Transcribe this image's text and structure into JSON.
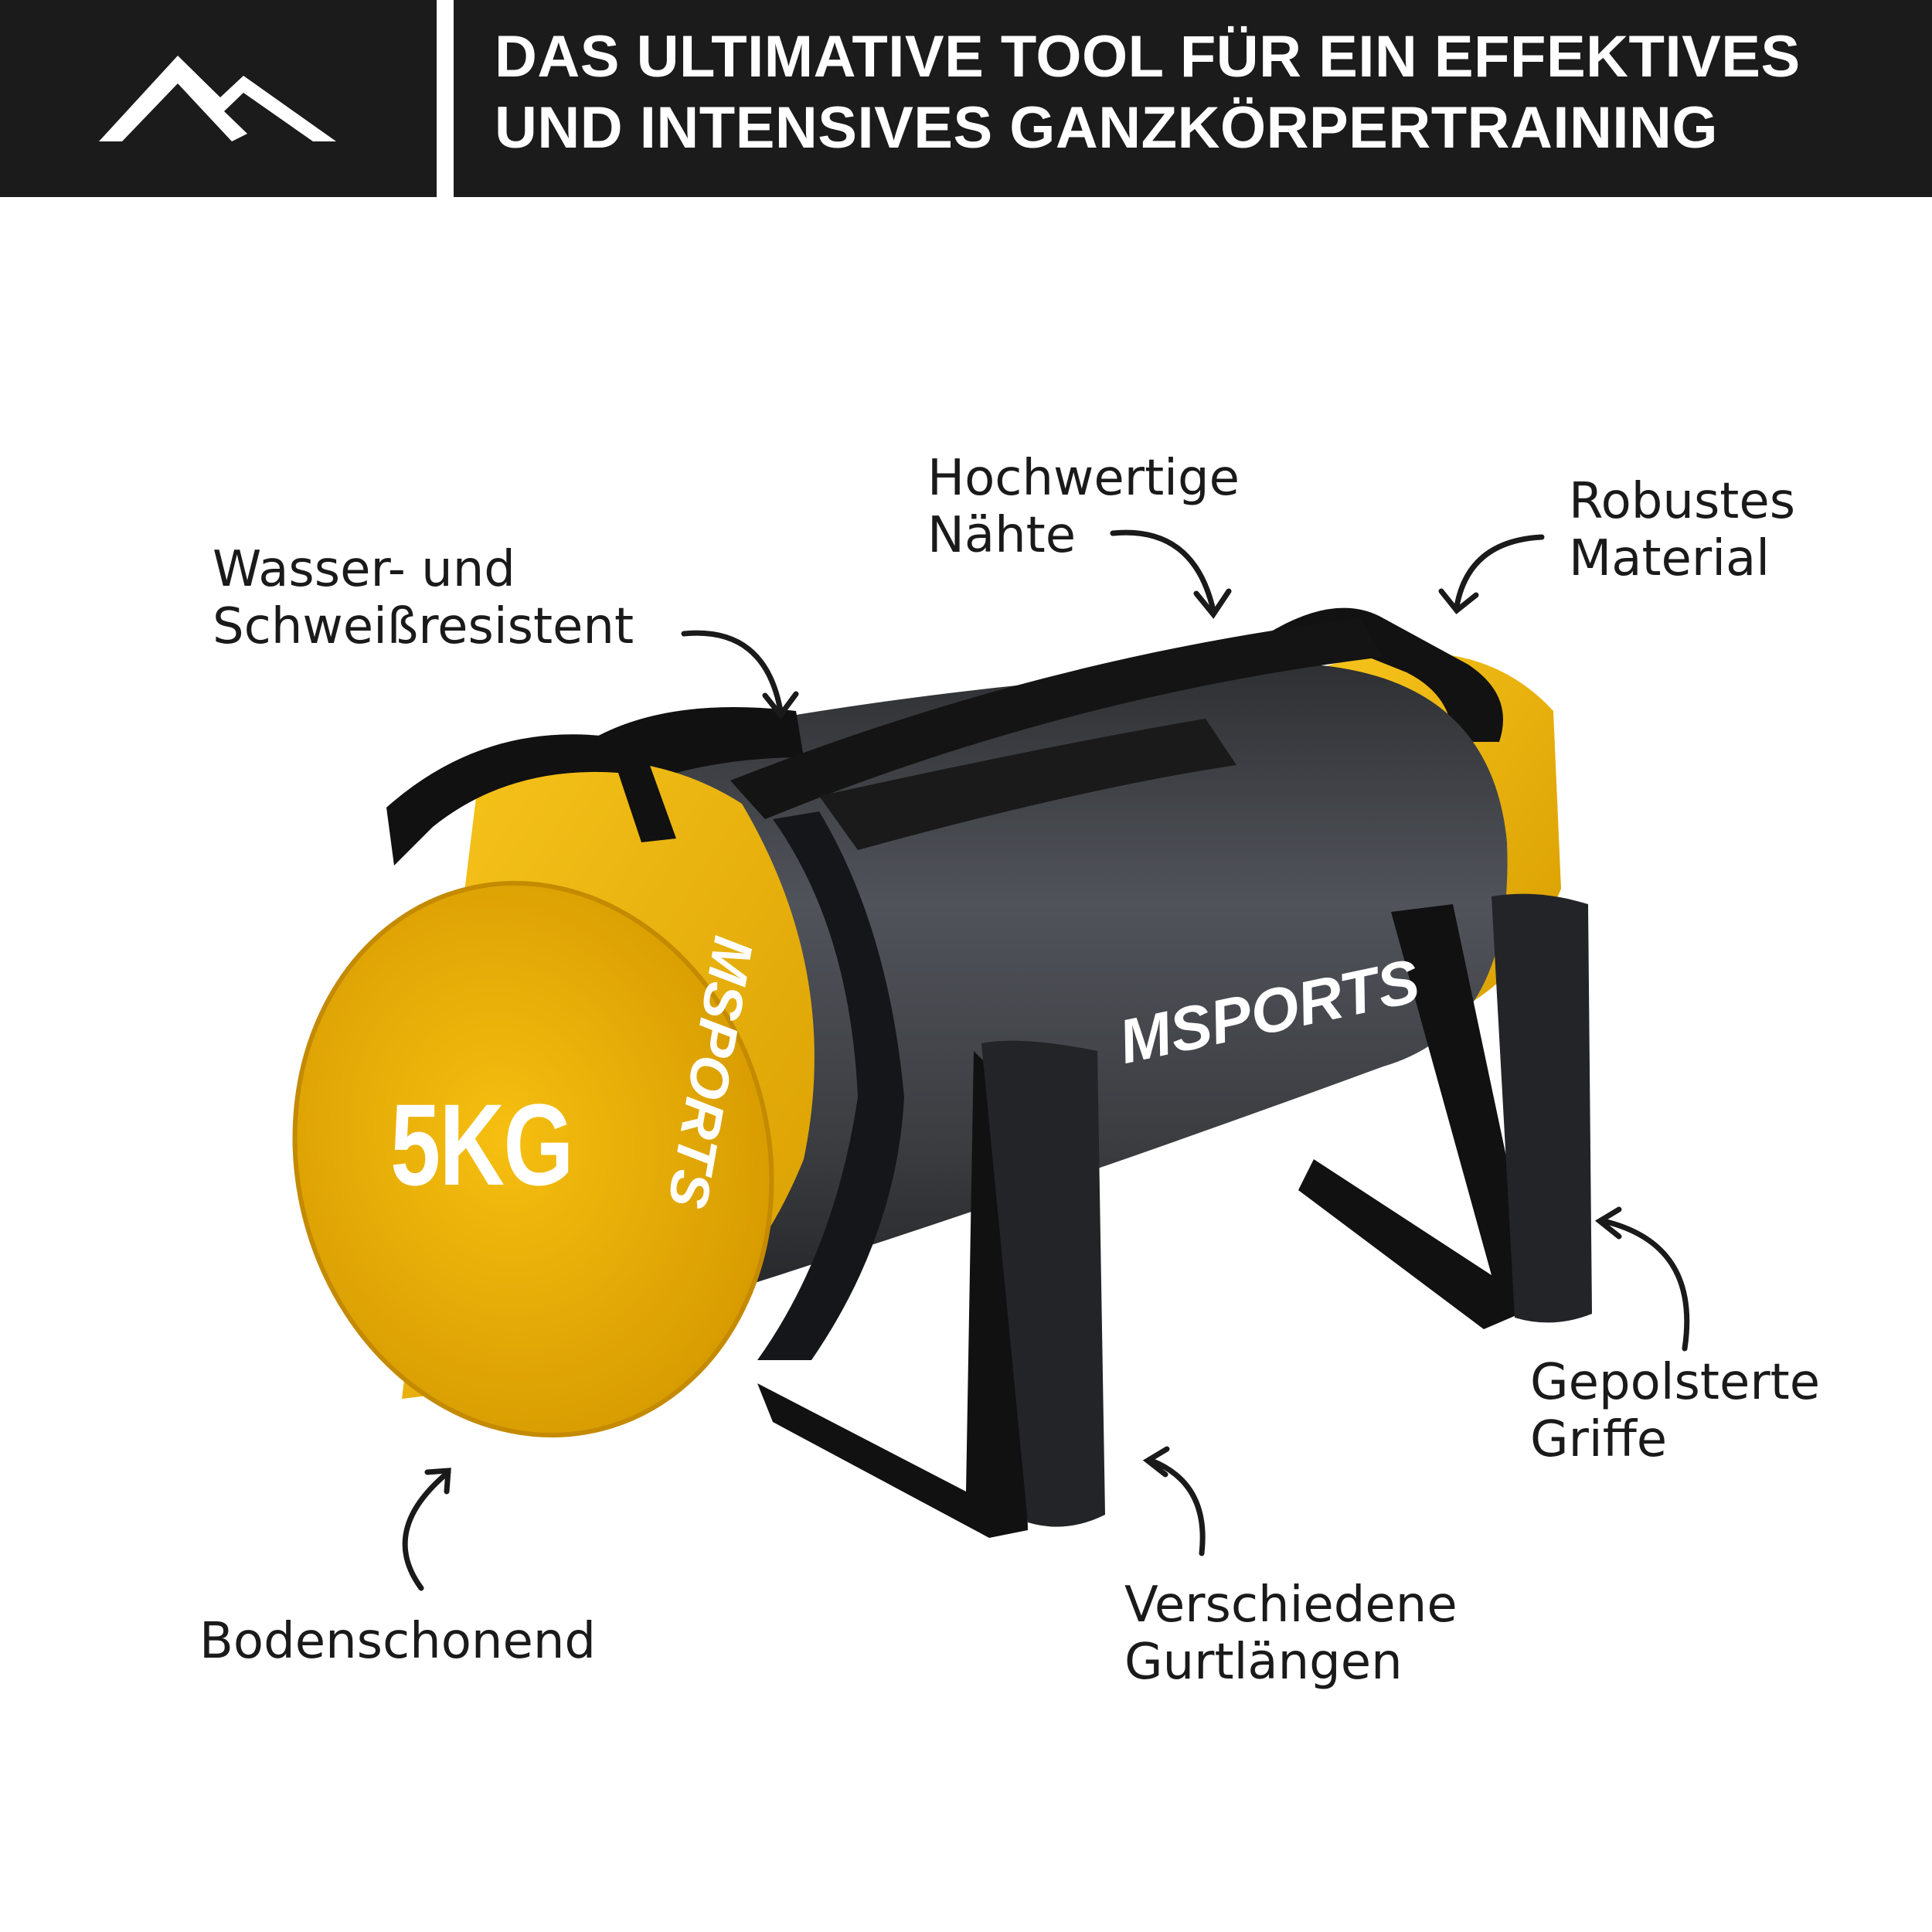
{
  "header": {
    "line1": "DAS ULTIMATIVE TOOL FÜR EIN EFFEKTIVES",
    "line2": "UND INTENSIVES GANZKÖRPERTRAINING"
  },
  "callouts": {
    "water": {
      "line1": "Wasser- und",
      "line2": "Schweißresistent"
    },
    "seams": {
      "line1": "Hochwertige",
      "line2": "Nähte"
    },
    "material": {
      "line1": "Robustes",
      "line2": "Material"
    },
    "handles": {
      "line1": "Gepolsterte",
      "line2": "Griffe"
    },
    "floor": {
      "line1": "Bodenschonend"
    },
    "straps": {
      "line1": "Verschiedene",
      "line2": "Gurtlängen"
    }
  },
  "product": {
    "weight_label": "5KG",
    "brand_top": "MSPORTS",
    "brand_side": "MSPORTS"
  },
  "colors": {
    "header_bg": "#1b1b1b",
    "bag_body": "#3a3c3f",
    "bag_end": "#f2b705",
    "strap": "#111111"
  }
}
